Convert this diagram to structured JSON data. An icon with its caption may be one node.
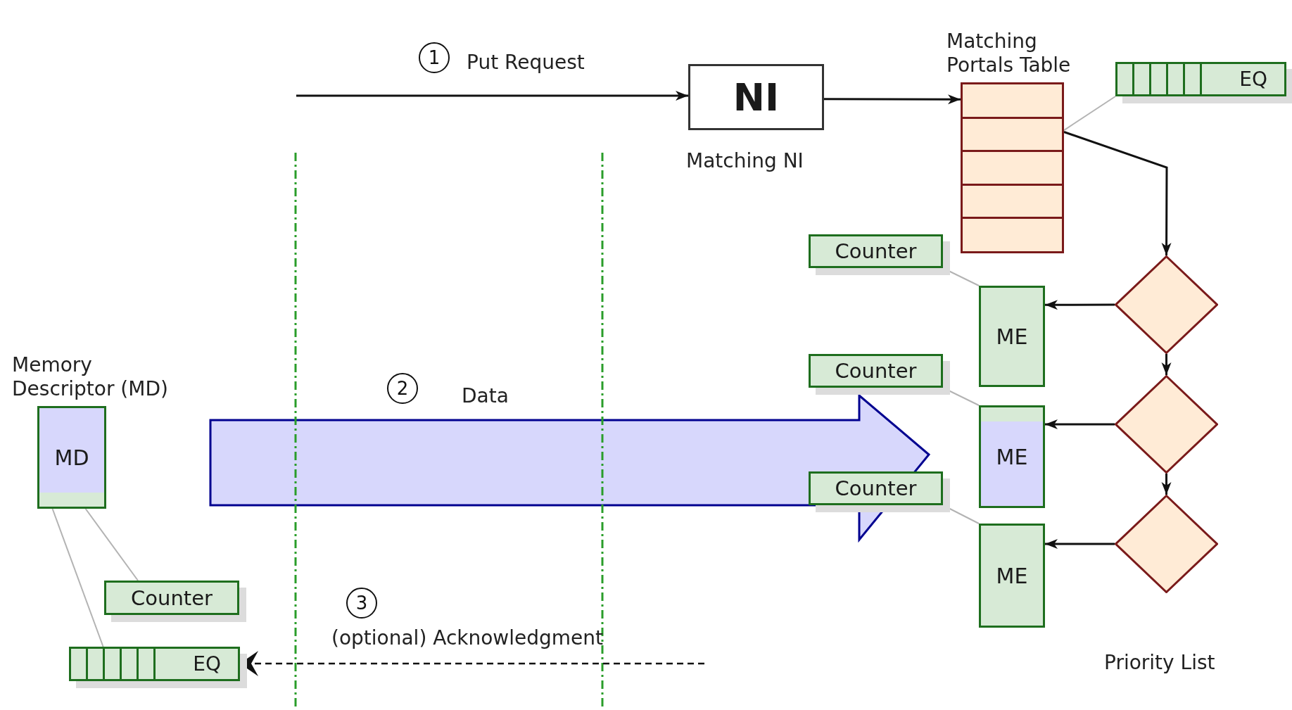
{
  "diagram": {
    "nodes": [
      {
        "text": [
          "NI"
        ],
        "beside": [
          "Matching NI"
        ]
      },
      {
        "text": [
          "Matching Portals Table"
        ]
      },
      {
        "text": [
          "EQ"
        ]
      },
      {
        "text": [],
        "shape": "diamond"
      },
      {
        "text": [],
        "shape": "diamond"
      },
      {
        "text": [],
        "shape": "diamond"
      },
      {
        "text": [
          "Counter"
        ]
      },
      {
        "text": [
          "ME"
        ]
      },
      {
        "text": [
          "Counter"
        ]
      },
      {
        "text": [
          "ME"
        ]
      },
      {
        "text": [
          "Counter"
        ]
      },
      {
        "text": [
          "ME"
        ]
      },
      {
        "text": [
          "Memory Descriptor (MD)",
          "MD"
        ]
      },
      {
        "text": [
          "Counter"
        ]
      },
      {
        "text": [
          "EQ"
        ]
      }
    ],
    "edges": [
      {
        "from": null,
        "to": 0,
        "arrow": "to",
        "label": "Put Request"
      },
      {
        "from": 0,
        "to": 1,
        "arrow": "to"
      },
      {
        "from": 2,
        "to": 1,
        "arrow": "none",
        "color": "#b3b3b3"
      },
      {
        "from": 1,
        "to": 3,
        "arrow": "to"
      },
      {
        "from": 3,
        "to": 4,
        "arrow": "to"
      },
      {
        "from": 4,
        "to": 5,
        "arrow": "to"
      },
      {
        "from": 3,
        "to": 7,
        "arrow": "to"
      },
      {
        "from": 4,
        "to": 9,
        "arrow": "to"
      },
      {
        "from": 5,
        "to": 11,
        "arrow": "to"
      },
      {
        "from": 6,
        "to": 7,
        "arrow": "none",
        "color": "#b3b3b3"
      },
      {
        "from": 8,
        "to": 9,
        "arrow": "none",
        "color": "#b3b3b3"
      },
      {
        "from": 10,
        "to": 11,
        "arrow": "none",
        "color": "#b3b3b3"
      },
      {
        "from": 12,
        "to": 13,
        "arrow": "none",
        "color": "#b3b3b3"
      },
      {
        "from": 12,
        "to": 14,
        "arrow": "none",
        "color": "#b3b3b3"
      },
      {
        "from": null,
        "to": 14,
        "arrow": "to",
        "style": "dashed",
        "label": "(optional) Acknowledgment"
      }
    ],
    "labels": [
      "1",
      "2",
      "Data",
      "3",
      "Priority List"
    ]
  }
}
